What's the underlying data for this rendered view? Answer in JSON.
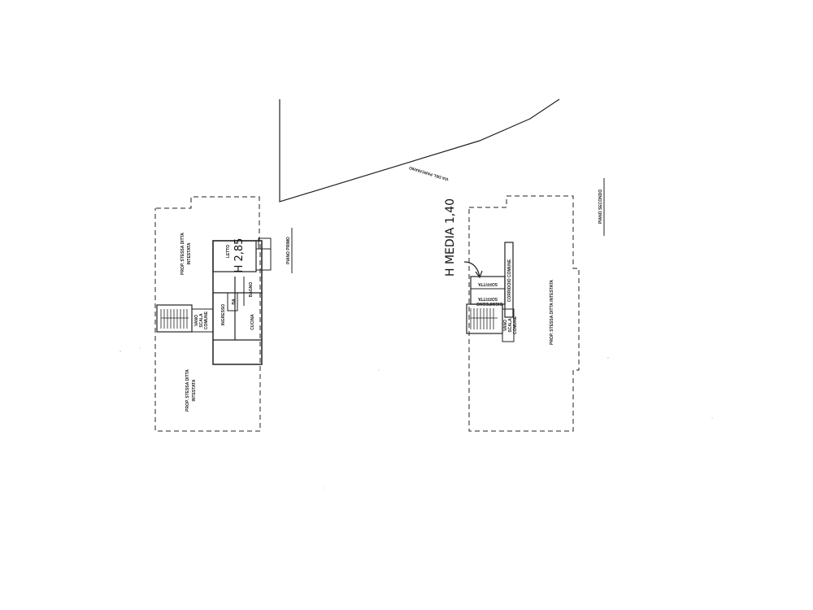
{
  "street": {
    "name": "VIA DEL PARCHIANO"
  },
  "floors": [
    {
      "title": "PIANO PRIMO",
      "neighbor_top": [
        "PROP. STESSA DITTA",
        "INTESTATA"
      ],
      "neighbor_bottom": [
        "PROP. STESSA DITTA",
        "INTESTATA"
      ],
      "stair": [
        "VANO",
        "SCALA",
        "COMUNE"
      ],
      "rooms": {
        "letto": "LETTO",
        "ingresso": "INGRESSO",
        "ba": "BA",
        "bagno": "BAGNO",
        "cucina": "CUCINA"
      },
      "height_note": "H 2,85"
    },
    {
      "title": "PIANO SECONDO",
      "neighbor_right": [
        "PROP. STESSA DITTA INTESTATA"
      ],
      "stair": [
        "VANO",
        "SCALA",
        "COMUNE"
      ],
      "corridor": "CORRIDOIO COMUNE",
      "rooms": {
        "soffitta_top": "SOFFITTA",
        "soffitta_mid": "SOFFITTA",
        "disimpegno": "DISIMPEGNO"
      },
      "height_note": "H MEDIA 1,40"
    }
  ]
}
